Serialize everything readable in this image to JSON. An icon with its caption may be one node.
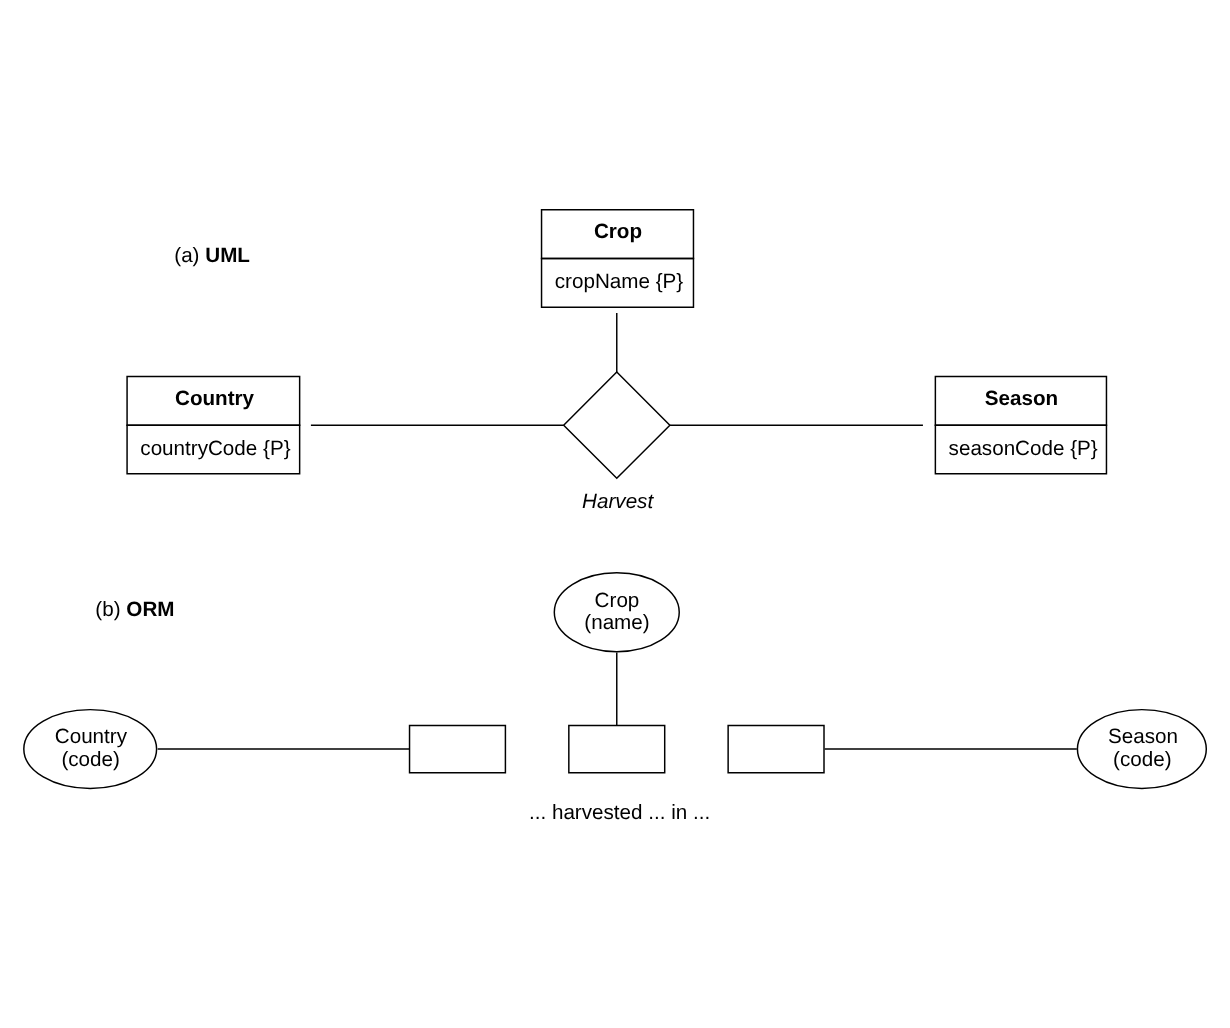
{
  "diagram": {
    "nodes": [
      {
        "text": [
          "Crop",
          "cropName {P}"
        ]
      },
      {
        "text": [
          "Country",
          "countryCode {P}"
        ]
      },
      {
        "text": [],
        "shape": "diamond",
        "beside": [
          "Harvest"
        ]
      },
      {
        "text": [
          "Season",
          "seasonCode {P}"
        ]
      },
      {
        "text": [
          "Crop",
          "(name)"
        ]
      },
      {
        "text": [
          "Country",
          "(code)"
        ]
      },
      {
        "text": [],
        "shape": "box"
      },
      {
        "text": [],
        "shape": "box",
        "beside": [
          "... harvested ... in ..."
        ]
      },
      {
        "text": [],
        "shape": "box"
      },
      {
        "text": [
          "Season",
          "(code)"
        ]
      }
    ],
    "edges": [
      {
        "from": 0,
        "to": 2,
        "arrow": "none"
      },
      {
        "from": 1,
        "to": 2,
        "arrow": "none"
      },
      {
        "from": 2,
        "to": 3,
        "arrow": "none"
      },
      {
        "from": 4,
        "to": 7,
        "arrow": "none"
      },
      {
        "from": 5,
        "to": 6,
        "arrow": "none"
      },
      {
        "from": 8,
        "to": 9,
        "arrow": "none"
      }
    ],
    "labels": [
      "(a) **UML**",
      "(b) **ORM**"
    ]
  }
}
